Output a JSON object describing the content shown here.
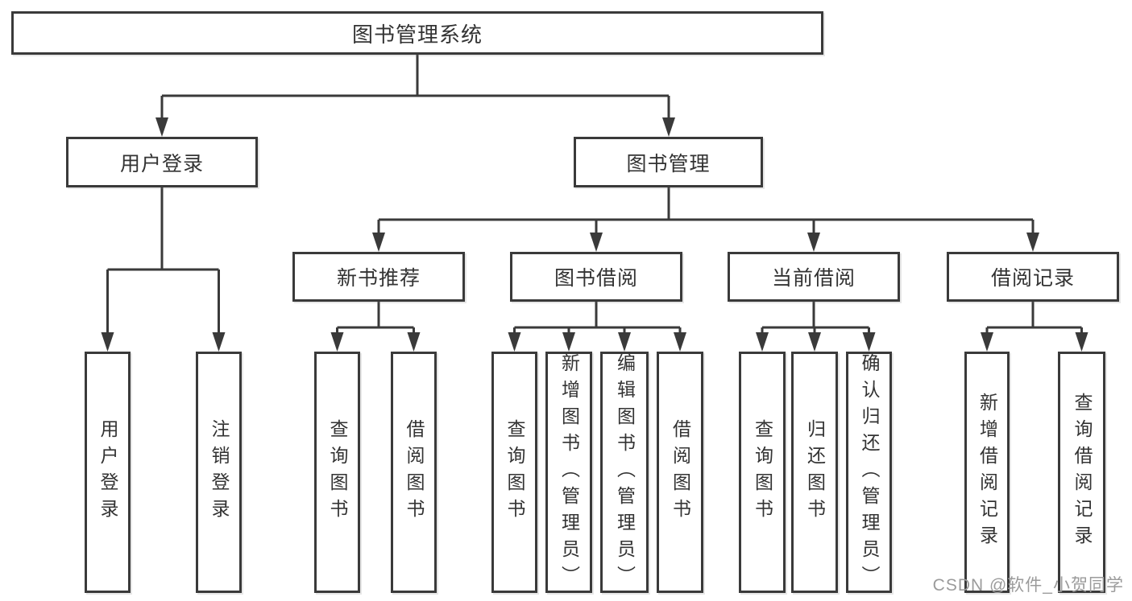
{
  "diagram_type": "functional-decomposition-tree",
  "colors": {
    "line": "#3a3a3a",
    "box_border": "#3a3a3a",
    "text": "#333333",
    "watermark": "#9b9b9b",
    "background": "#ffffff"
  },
  "tree": {
    "label": "图书管理系统",
    "children": [
      {
        "label": "用户登录",
        "children": [
          {
            "label": "用户登录"
          },
          {
            "label": "注销登录"
          }
        ]
      },
      {
        "label": "图书管理",
        "children": [
          {
            "label": "新书推荐",
            "children": [
              {
                "label": "查询图书"
              },
              {
                "label": "借阅图书"
              }
            ]
          },
          {
            "label": "图书借阅",
            "children": [
              {
                "label": "查询图书"
              },
              {
                "label": "新增图书（管理员）"
              },
              {
                "label": "编辑图书（管理员）"
              },
              {
                "label": "借阅图书"
              }
            ]
          },
          {
            "label": "当前借阅",
            "children": [
              {
                "label": "查询图书"
              },
              {
                "label": "归还图书"
              },
              {
                "label": "确认归还（管理员）"
              }
            ]
          },
          {
            "label": "借阅记录",
            "children": [
              {
                "label": "新增借阅记录"
              },
              {
                "label": "查询借阅记录"
              }
            ]
          }
        ]
      }
    ]
  },
  "watermark": {
    "text": "CSDN @软件_小贺同学"
  }
}
